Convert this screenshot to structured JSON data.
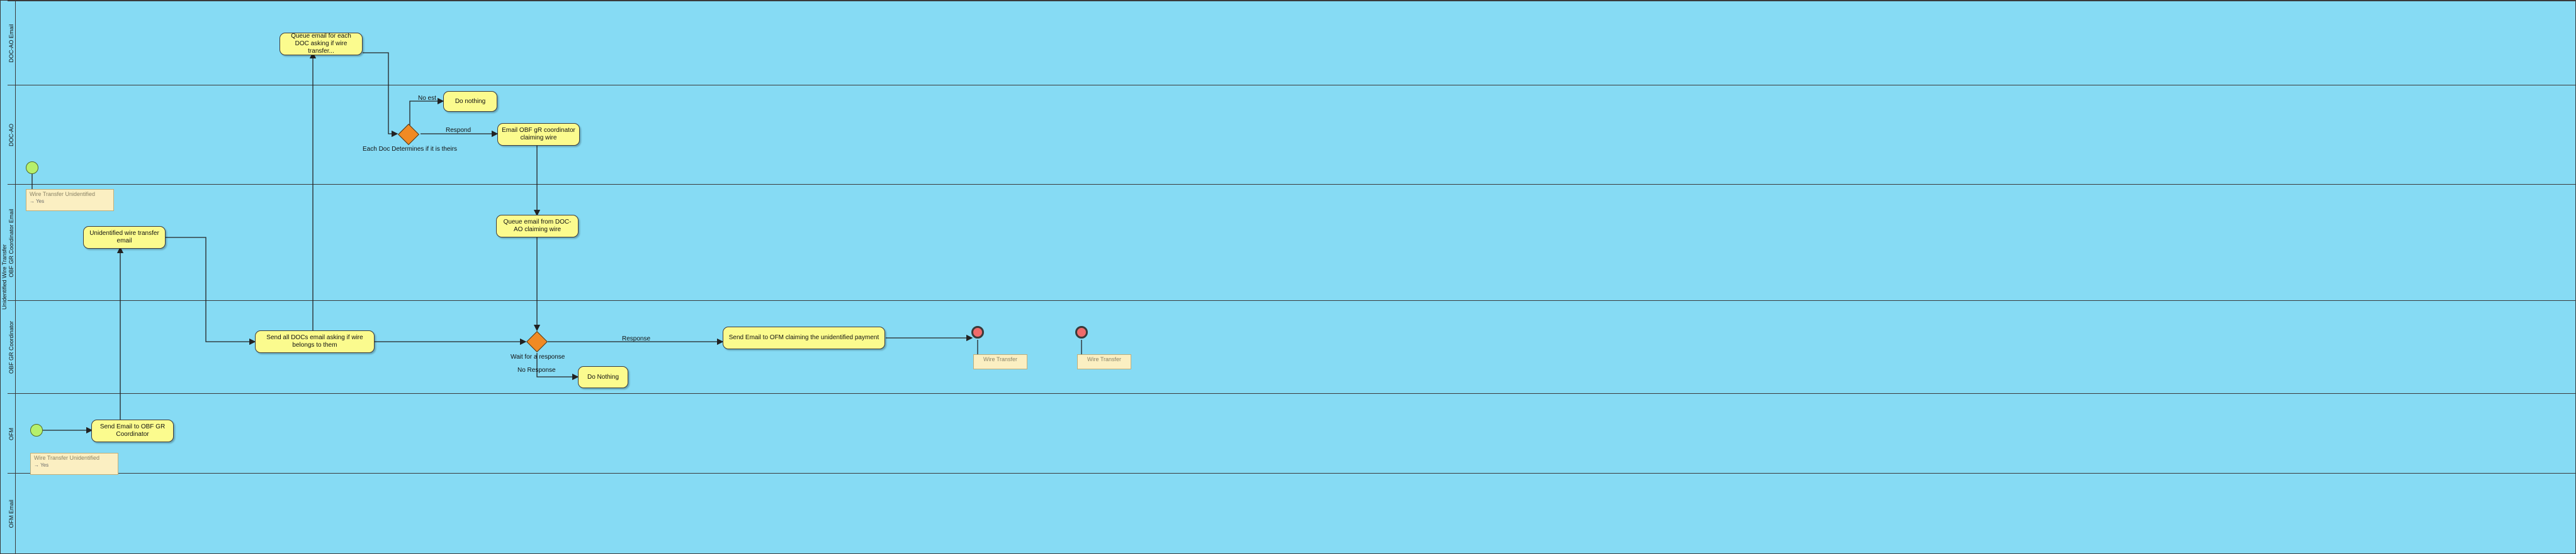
{
  "pool": {
    "label": "Unidentified Wire Transfer"
  },
  "lanes": [
    {
      "label": "DOC-AO Email"
    },
    {
      "label": "DOC-AO"
    },
    {
      "label": "OBF GR Coordinator Email"
    },
    {
      "label": "OBF GR Coordinator"
    },
    {
      "label": "OFM"
    },
    {
      "label": "OFM Email"
    }
  ],
  "tasks": {
    "queue_email_each_doc": "Queue email for each DOC asking if wire transfer...",
    "do_nothing_top": "Do nothing",
    "email_obf_claiming": "Email OBF gR coordinator claiming wire",
    "queue_email_doc_ao": "Queue email from DOC-AO claiming wire",
    "unidentified_wire_email": "Unidentified wire transfer email",
    "send_all_docs": "Send all DOCs email asking if wire belongs to them",
    "send_email_ofm": "Send Email to OFM claiming the unidentified payment",
    "do_nothing_bottom": "Do Nothing",
    "send_email_obf_gr": "Send Email to OBF GR Coordinator"
  },
  "labels": {
    "no_est": "No est",
    "respond": "Respond",
    "each_doc_determines": "Each Doc Determines if it is theirs",
    "response": "Response",
    "wait_for_response": "Wait for a response",
    "no_response": "No Response"
  },
  "notes": {
    "note_start_grc": {
      "title": "Wire Transfer Unidentified",
      "sub": "Yes"
    },
    "note_start_ofm": {
      "title": "Wire Transfer Unidentified",
      "sub": "Yes"
    },
    "note_end_1": {
      "title": "Wire Transfer"
    },
    "note_end_2": {
      "title": "Wire Transfer"
    }
  },
  "colors": {
    "lane_fill": "#86dbf4",
    "task_fill": "#fbfb8e",
    "gateway_fill": "#f08a24",
    "start_event_fill": "#b6f06c",
    "end_event_fill": "#f06a6a",
    "note_fill": "#fbefc2"
  }
}
